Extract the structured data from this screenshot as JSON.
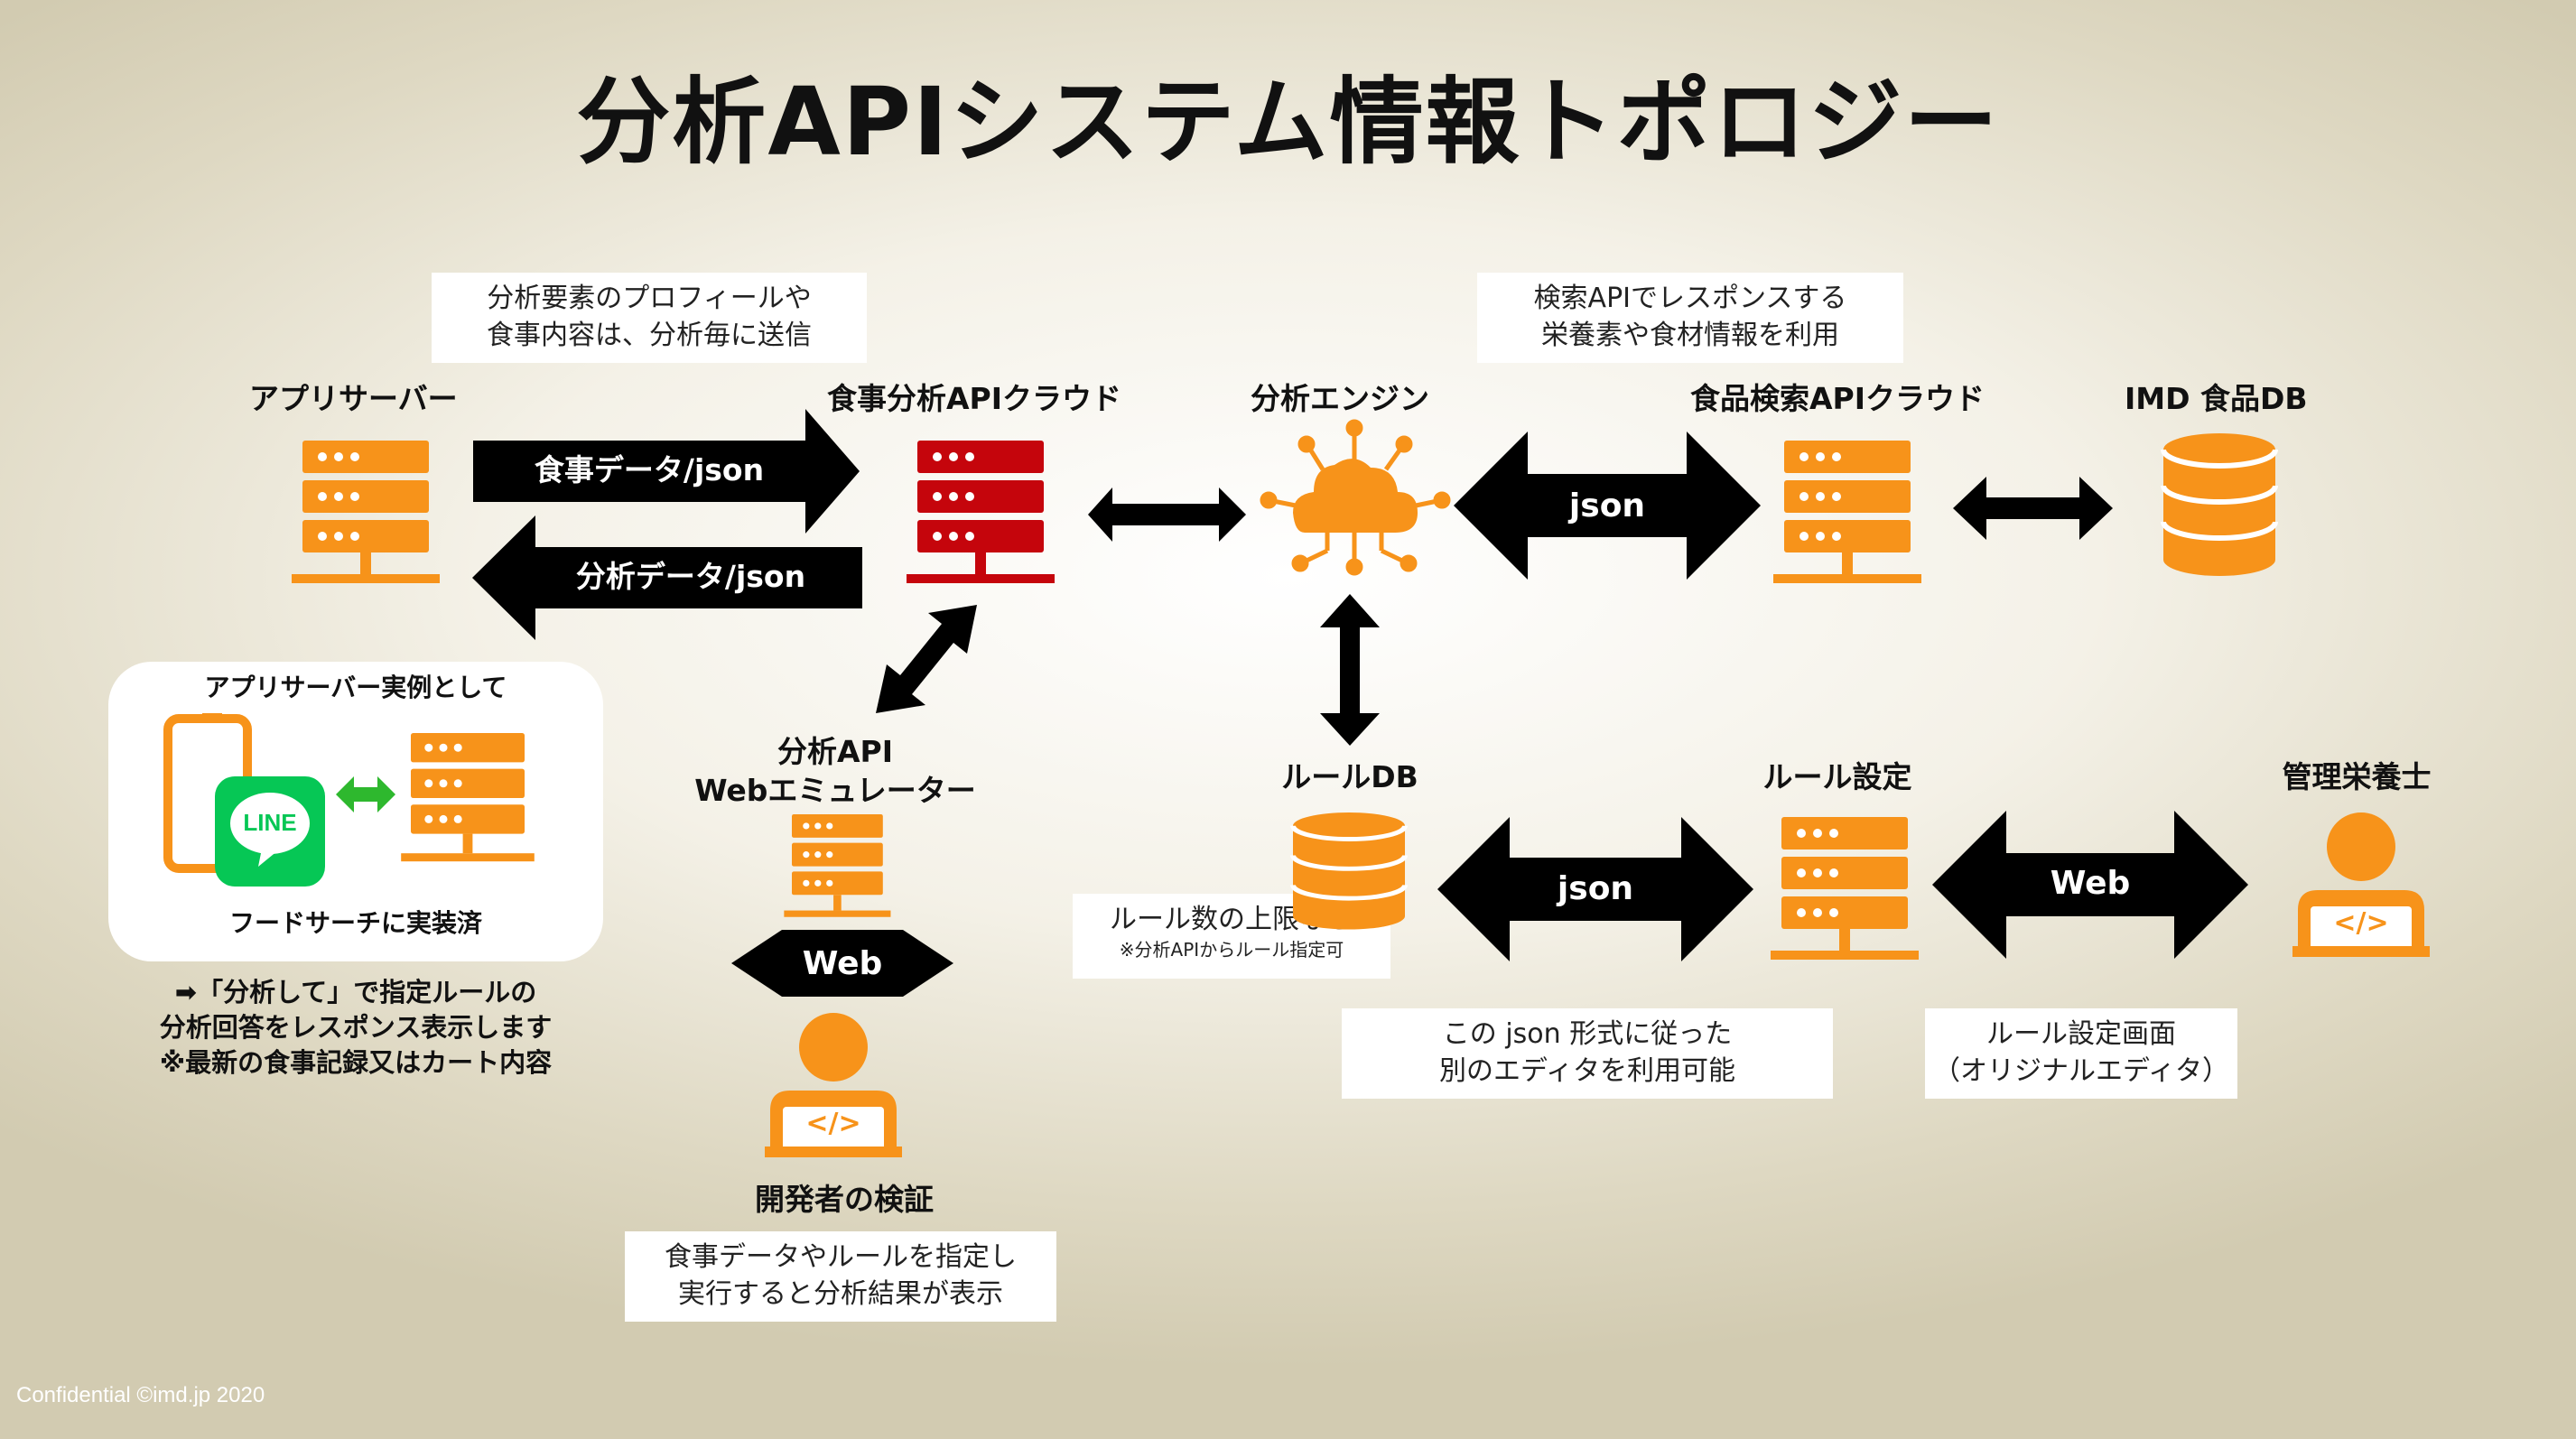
{
  "title": "分析APIシステム情報トポロジー",
  "nodes": {
    "app_server": "アプリサーバー",
    "meal_api_cloud": "食事分析APIクラウド",
    "analysis_engine": "分析エンジン",
    "food_search_cloud": "食品検索APIクラウド",
    "imd_food_db": "IMD 食品DB",
    "web_emulator_line1": "分析API",
    "web_emulator_line2": "Webエミュレーター",
    "developer": "開発者の検証",
    "rule_db": "ルールDB",
    "rule_settings": "ルール設定",
    "dietitian": "管理栄養士"
  },
  "notes": {
    "profile_line1": "分析要素のプロフィールや",
    "profile_line2": "食事内容は、分析毎に送信",
    "search_line1": "検索APIでレスポンスする",
    "search_line2": "栄養素や食材情報を利用",
    "rule_limit_line1": "ルール数の上限なし",
    "rule_limit_line2": "※分析APIからルール指定可",
    "json_format_line1": "この json 形式に従った",
    "json_format_line2": "別のエディタを利用可能",
    "rule_screen_line1": "ルール設定画面",
    "rule_screen_line2": "（オリジナルエディタ）",
    "dev_line1": "食事データやルールを指定し",
    "dev_line2": "実行すると分析結果が表示"
  },
  "arrows": {
    "meal_data": "食事データ/json",
    "analysis_data": "分析データ/json",
    "json_engine_search": "json",
    "json_ruledb_settings": "json",
    "web_settings_dietitian": "Web",
    "web_emulator_dev": "Web"
  },
  "card": {
    "title": "アプリサーバー実例として",
    "line_logo": "LINE",
    "footer": "フードサーチに実装済"
  },
  "card_note": {
    "line1": "➡「分析して」で指定ルールの",
    "line2": "分析回答をレスポンス表示します",
    "line3": "※最新の食事記録又はカート内容"
  },
  "code_icon_text": "</>",
  "footer": "Confidential ©imd.jp 2020",
  "colors": {
    "orange": "#f7931a",
    "red": "#c5050c",
    "black": "#000000",
    "line_green": "#06c755"
  }
}
